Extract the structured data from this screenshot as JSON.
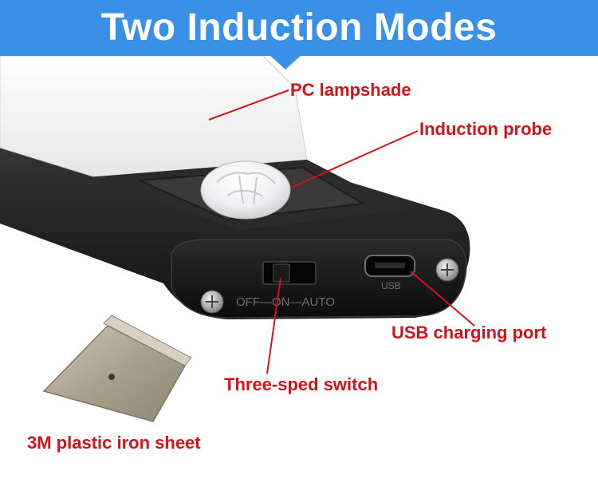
{
  "title": "Two Induction Modes",
  "labels": {
    "lampshade": "PC lampshade",
    "probe": "Induction probe",
    "usb_port": "USB charging port",
    "switch": "Three-sped switch",
    "iron_sheet": "3M plastic iron sheet"
  },
  "device_markings": {
    "switch_modes": "OFF—ON—AUTO",
    "usb": "USB"
  },
  "colors": {
    "banner": "#3a8fe6",
    "label_text": "#d0141a",
    "body": "#1b1b1b",
    "lampshade": "#f2f2f2"
  }
}
